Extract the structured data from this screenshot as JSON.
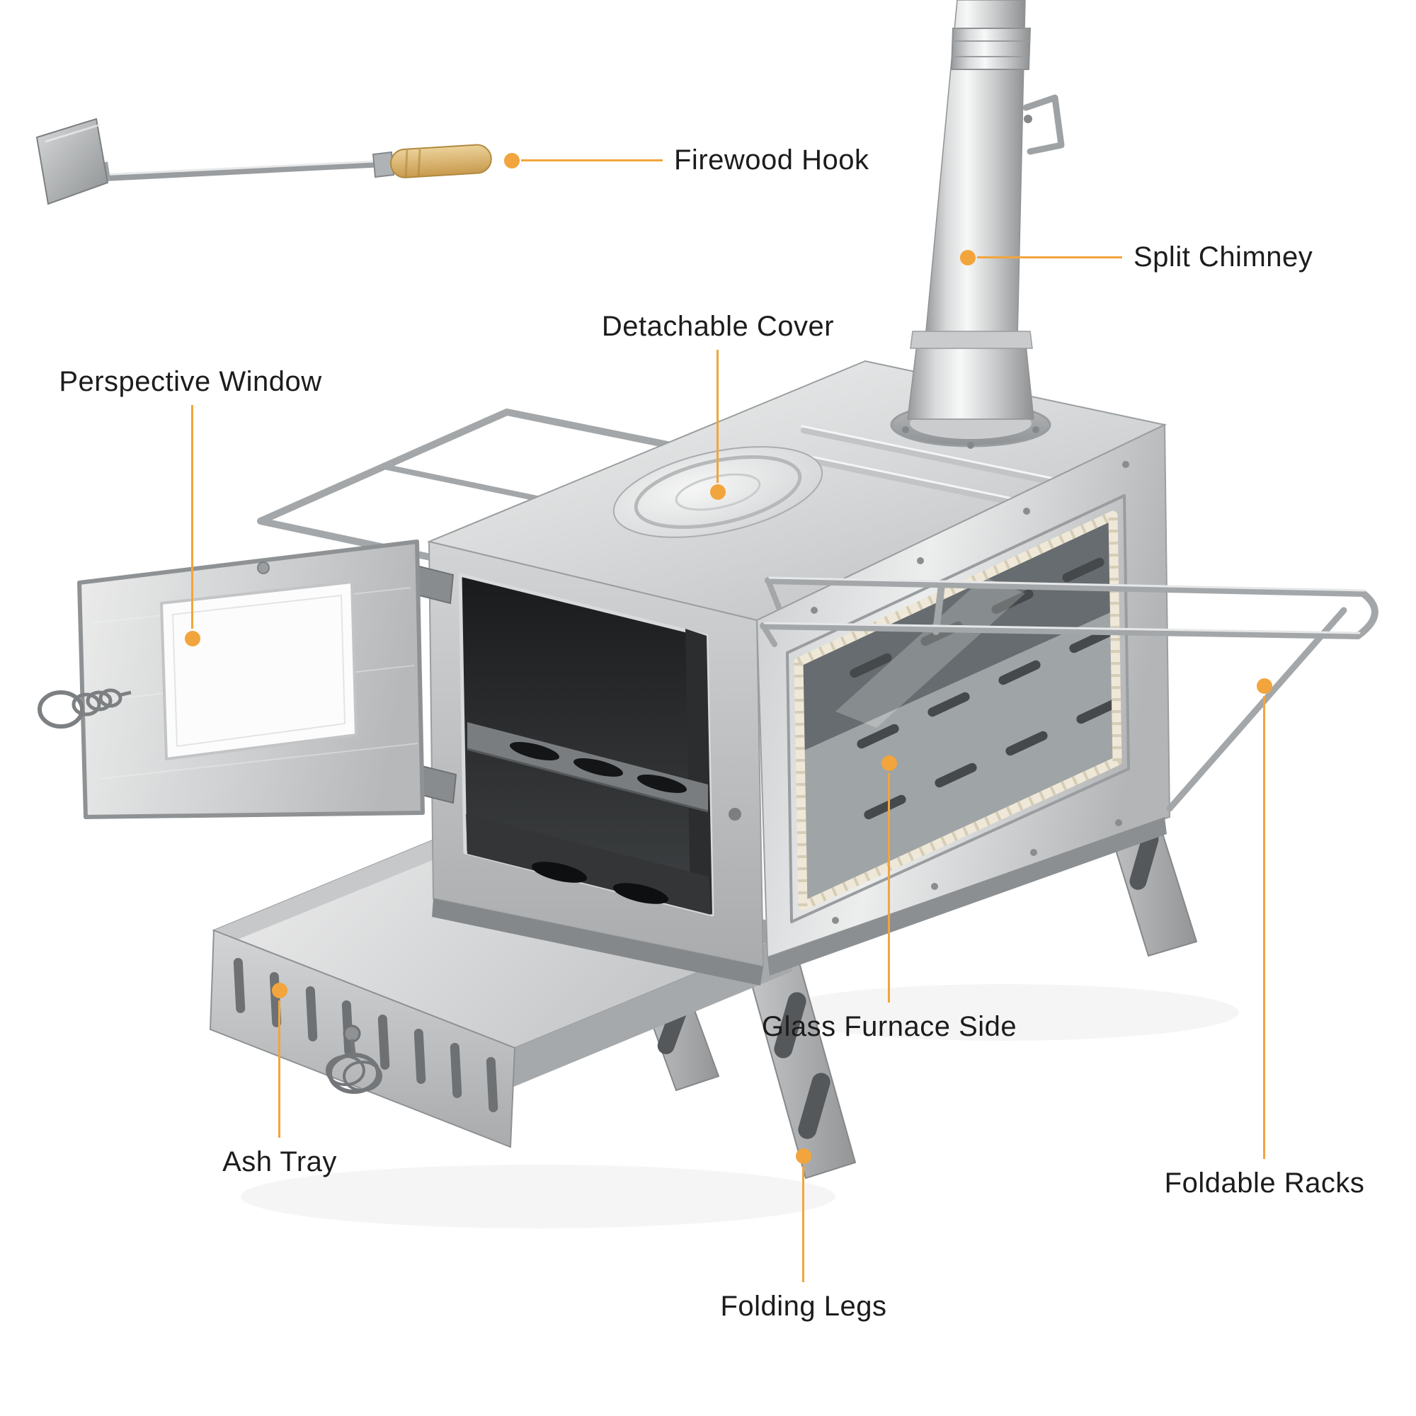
{
  "accent_color": "#F2A53C",
  "text_color": "#1C1C1C",
  "background_color": "#FFFFFF",
  "diagram": {
    "subject": "portable camping wood stove with chimney, annotated parts",
    "callouts": [
      {
        "id": "firewood-hook",
        "text": "Firewood Hook"
      },
      {
        "id": "split-chimney",
        "text": "Split Chimney"
      },
      {
        "id": "detachable-cover",
        "text": "Detachable Cover"
      },
      {
        "id": "perspective-window",
        "text": "Perspective Window"
      },
      {
        "id": "glass-furnace-side",
        "text": "Glass Furnace Side"
      },
      {
        "id": "ash-tray",
        "text": "Ash Tray"
      },
      {
        "id": "foldable-racks",
        "text": "Foldable Racks"
      },
      {
        "id": "folding-legs",
        "text": "Folding Legs"
      }
    ]
  }
}
